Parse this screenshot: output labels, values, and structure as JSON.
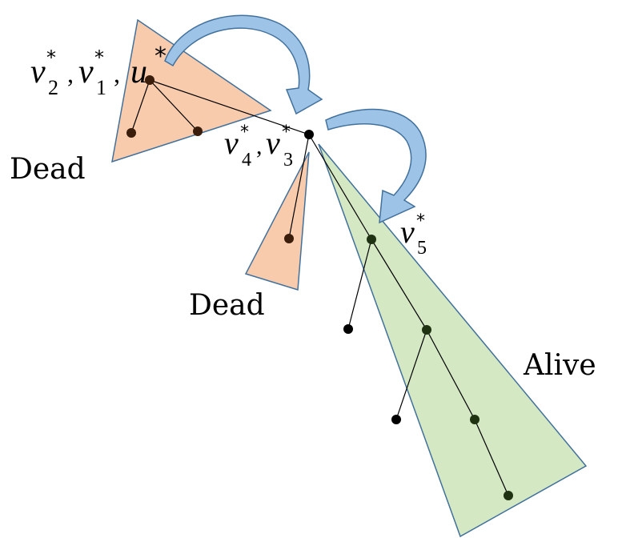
{
  "labels": {
    "dead_top": "Dead",
    "dead_mid": "Dead",
    "alive": "Alive"
  },
  "math": {
    "top_cluster": {
      "v2": "v",
      "v2_sub": "2",
      "v1": "v",
      "v1_sub": "1",
      "u": "u",
      "star": "*",
      "comma": ","
    },
    "mid_cluster": {
      "v4": "v",
      "v4_sub": "4",
      "v3": "v",
      "v3_sub": "3",
      "star": "*",
      "comma": ","
    },
    "v5": {
      "v": "v",
      "sub": "5",
      "star": "*"
    }
  },
  "colors": {
    "dead_fill": "#f8cbad",
    "alive_fill": "#d5e8c4",
    "region_stroke": "#41719c",
    "arrow_fill": "#9dc3e6",
    "arrow_stroke": "#41719c",
    "node_dead": "#3a1d0a",
    "node_alive": "#1f3312",
    "node_black": "#000000"
  }
}
